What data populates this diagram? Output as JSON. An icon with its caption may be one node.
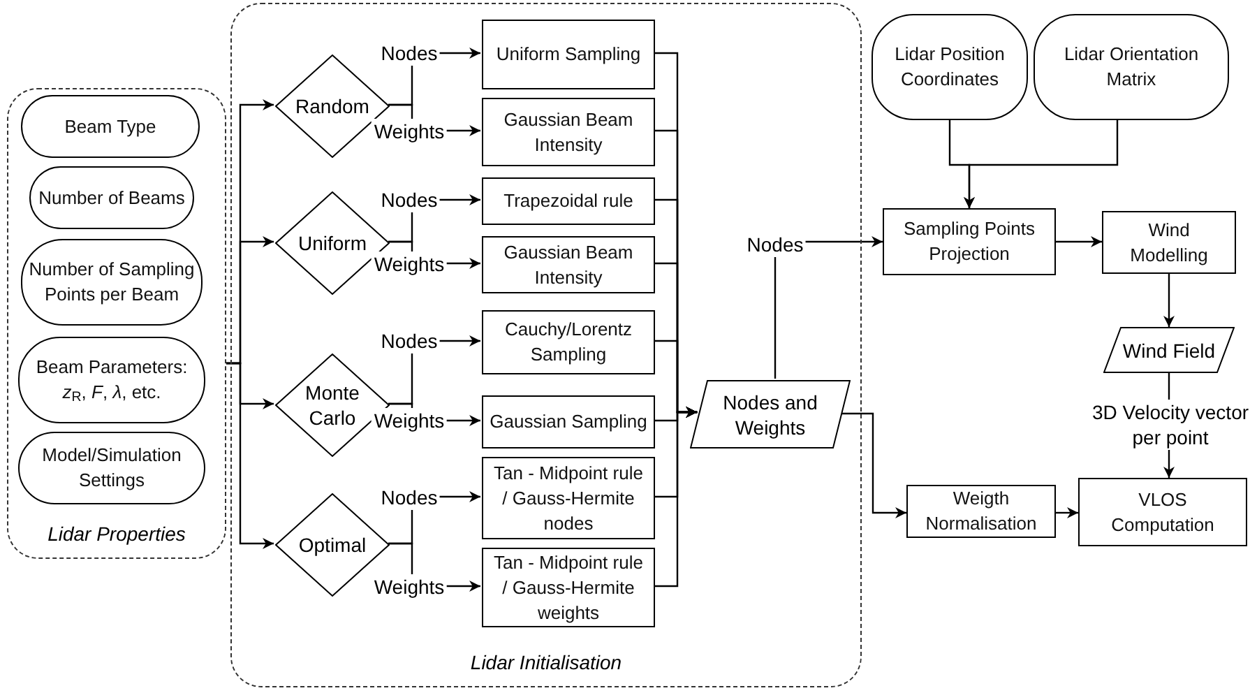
{
  "diagram": {
    "nodes": [
      {
        "text": [
          "Lidar Properties"
        ]
      },
      {
        "text": [
          "Beam Type"
        ],
        "in": 0
      },
      {
        "text": [
          "Number of Beams"
        ],
        "in": 0
      },
      {
        "text": [
          "Number of Sampling Points per Beam"
        ],
        "in": 0
      },
      {
        "text": [
          "Beam Parameters: *z*$_{R}$, *F*, *λ*, etc."
        ],
        "in": 0
      },
      {
        "text": [
          "Model/Simulation Settings"
        ],
        "in": 0
      },
      {
        "text": [
          "Lidar Initialisation"
        ]
      },
      {
        "text": [
          "Random"
        ],
        "in": 6
      },
      {
        "text": [
          "Uniform"
        ],
        "in": 6
      },
      {
        "text": [
          "Monte Carlo"
        ],
        "in": 6
      },
      {
        "text": [
          "Optimal"
        ],
        "in": 6
      },
      {
        "text": [
          "Uniform Sampling"
        ],
        "in": 6
      },
      {
        "text": [
          "Gaussian Beam Intensity"
        ],
        "in": 6
      },
      {
        "text": [
          "Trapezoidal rule"
        ],
        "in": 6
      },
      {
        "text": [
          "Gaussian Beam Intensity"
        ],
        "in": 6
      },
      {
        "text": [
          "Cauchy/Lorentz Sampling"
        ],
        "in": 6
      },
      {
        "text": [
          "Gaussian Sampling"
        ],
        "in": 6
      },
      {
        "text": [
          "Tan - Midpoint rule / Gauss-Hermite nodes"
        ],
        "in": 6
      },
      {
        "text": [
          "Tan - Midpoint rule / Gauss-Hermite weights"
        ],
        "in": 6
      },
      {
        "text": [
          "Nodes and Weights"
        ],
        "in": 6
      },
      {
        "text": [
          "Lidar Position Coordinates"
        ]
      },
      {
        "text": [
          "Lidar Orientation Matrix"
        ]
      },
      {
        "text": [
          "Sampling Points Projection"
        ]
      },
      {
        "text": [
          "Wind Modelling"
        ]
      },
      {
        "text": [
          "Wind Field"
        ]
      },
      {
        "text": [
          "Weigth Normalisation"
        ]
      },
      {
        "text": [
          "VLOS Computation"
        ]
      }
    ],
    "edges": [
      {
        "from": 0,
        "to": 7,
        "arrow": "to"
      },
      {
        "from": 0,
        "to": 8,
        "arrow": "to"
      },
      {
        "from": 0,
        "to": 9,
        "arrow": "to"
      },
      {
        "from": 0,
        "to": 10,
        "arrow": "to"
      },
      {
        "from": 7,
        "to": 11,
        "label": "Nodes",
        "arrow": "to"
      },
      {
        "from": 7,
        "to": 12,
        "label": "Weights",
        "arrow": "to"
      },
      {
        "from": 8,
        "to": 13,
        "label": "Nodes",
        "arrow": "to"
      },
      {
        "from": 8,
        "to": 14,
        "label": "Weights",
        "arrow": "to"
      },
      {
        "from": 9,
        "to": 15,
        "label": "Nodes",
        "arrow": "to"
      },
      {
        "from": 9,
        "to": 16,
        "label": "Weights",
        "arrow": "to"
      },
      {
        "from": 10,
        "to": 17,
        "label": "Nodes",
        "arrow": "to"
      },
      {
        "from": 10,
        "to": 18,
        "label": "Weights",
        "arrow": "to"
      },
      {
        "from": 11,
        "to": 19,
        "arrow": "to"
      },
      {
        "from": 12,
        "to": 19,
        "arrow": "to"
      },
      {
        "from": 13,
        "to": 19,
        "arrow": "to"
      },
      {
        "from": 14,
        "to": 19,
        "arrow": "to"
      },
      {
        "from": 15,
        "to": 19,
        "arrow": "to"
      },
      {
        "from": 16,
        "to": 19,
        "arrow": "to"
      },
      {
        "from": 17,
        "to": 19,
        "arrow": "to"
      },
      {
        "from": 18,
        "to": 19,
        "arrow": "to"
      },
      {
        "from": 19,
        "to": 22,
        "label": "Nodes",
        "arrow": "to"
      },
      {
        "from": 19,
        "to": 25,
        "arrow": "to"
      },
      {
        "from": 20,
        "to": 22,
        "arrow": "to"
      },
      {
        "from": 21,
        "to": 22,
        "arrow": "to"
      },
      {
        "from": 22,
        "to": 23,
        "arrow": "to"
      },
      {
        "from": 23,
        "to": 24,
        "arrow": "to"
      },
      {
        "from": 24,
        "to": 26,
        "label": "3D Velocity vector per point",
        "arrow": "to"
      },
      {
        "from": 25,
        "to": 26,
        "arrow": "to"
      }
    ]
  }
}
